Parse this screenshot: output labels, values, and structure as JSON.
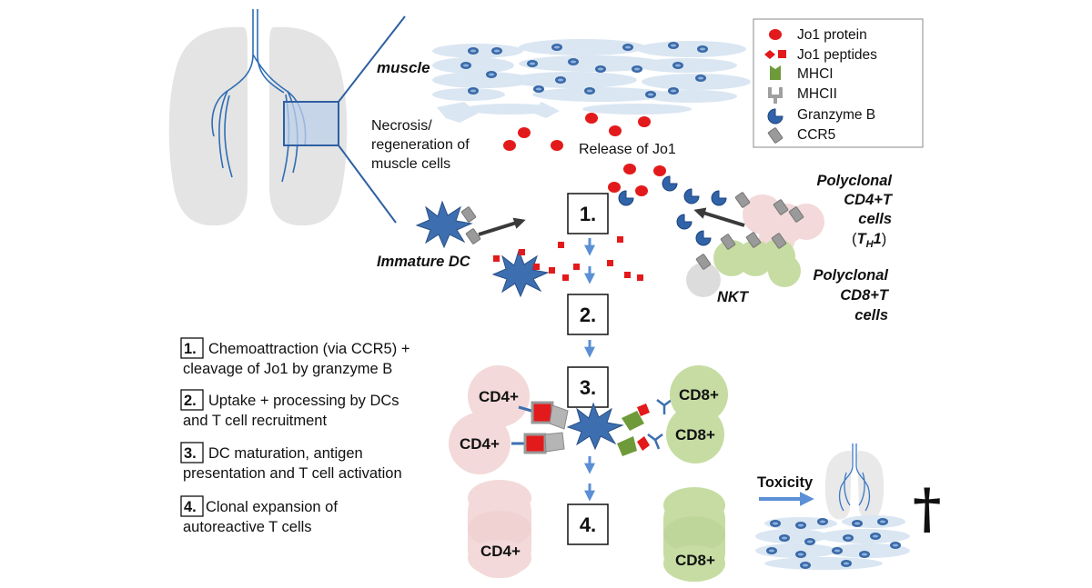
{
  "labels": {
    "muscle": "muscle",
    "necrosis": [
      "Necrosis/",
      "regeneration of",
      "muscle cells"
    ],
    "release": "Release of Jo1",
    "immature_dc": "Immature DC",
    "polyclonal_cd4": [
      "Polyclonal",
      "CD4+T",
      "cells"
    ],
    "th1": {
      "open": "(",
      "t": "T",
      "sub": "H",
      "one": "1",
      "close": ")"
    },
    "nkt": "NKT",
    "polyclonal_cd8": [
      "Polyclonal",
      "CD8+T",
      "cells"
    ],
    "toxicity": "Toxicity",
    "cd4": "CD4+",
    "cd8": "CD8+",
    "dagger": "†"
  },
  "legend": [
    {
      "label": "Jo1 protein",
      "icon": "red-circle-icon"
    },
    {
      "label": "Jo1 peptides",
      "icon": "red-peptide-icon"
    },
    {
      "label": "MHCI",
      "icon": "green-mhci-icon"
    },
    {
      "label": "MHCII",
      "icon": "gray-mhcii-icon"
    },
    {
      "label": "Granzyme B",
      "icon": "blue-granzyme-icon"
    },
    {
      "label": "CCR5",
      "icon": "gray-ccr5-icon"
    }
  ],
  "steps": [
    {
      "num": "1.",
      "lines": [
        "Chemoattraction (via CCR5) +",
        "cleavage of Jo1 by granzyme B"
      ]
    },
    {
      "num": "2.",
      "lines": [
        "Uptake + processing by DCs",
        "and T cell recruitment"
      ]
    },
    {
      "num": "3.",
      "lines": [
        "DC maturation, antigen",
        "presentation and T cell activation"
      ]
    },
    {
      "num": "4.",
      "lines": [
        "Clonal expansion of",
        "autoreactive T cells"
      ]
    }
  ],
  "colors": {
    "lung": "#e3e3e3",
    "airway": "#2e6db4",
    "muscle": "#dae6f2",
    "nucleus": "#3a6aa8",
    "jo1": "#e31a1c",
    "dc": "#3d6fb0",
    "cd4_cell": "#f3d9d9",
    "cd8_cell": "#c6dca2",
    "nkt_cell": "#dcdcdc",
    "arrow_blue": "#5b8fd6",
    "arrow_dark": "#3a3a3a",
    "mhci": "#6f9a3a",
    "mhcii": "#a0a0a0"
  }
}
